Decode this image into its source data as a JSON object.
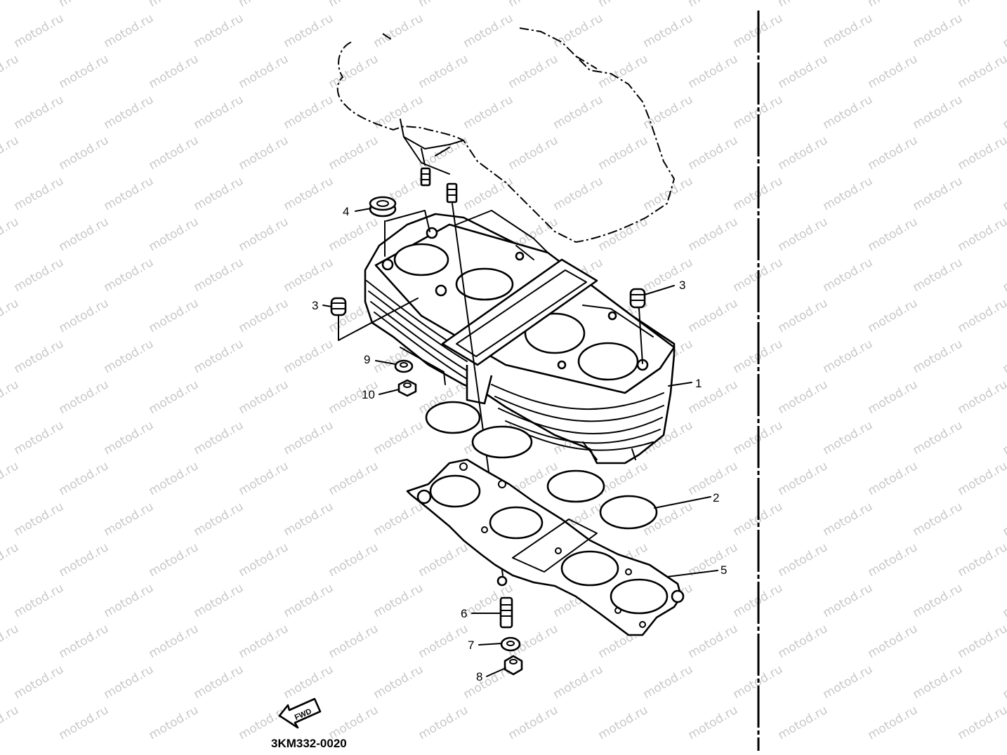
{
  "watermark": {
    "text": "motod.ru",
    "color": "#c8c8c8"
  },
  "diagram": {
    "code": "3KM332-0020",
    "direction_label": "FWD",
    "callouts": [
      {
        "id": "c1",
        "label": "1"
      },
      {
        "id": "c2",
        "label": "2"
      },
      {
        "id": "c3a",
        "label": "3"
      },
      {
        "id": "c3b",
        "label": "3"
      },
      {
        "id": "c4",
        "label": "4"
      },
      {
        "id": "c5",
        "label": "5"
      },
      {
        "id": "c6",
        "label": "6"
      },
      {
        "id": "c7",
        "label": "7"
      },
      {
        "id": "c8",
        "label": "8"
      },
      {
        "id": "c9",
        "label": "9"
      },
      {
        "id": "c10",
        "label": "10"
      }
    ]
  },
  "colors": {
    "ink": "#000000",
    "paper": "#ffffff"
  }
}
